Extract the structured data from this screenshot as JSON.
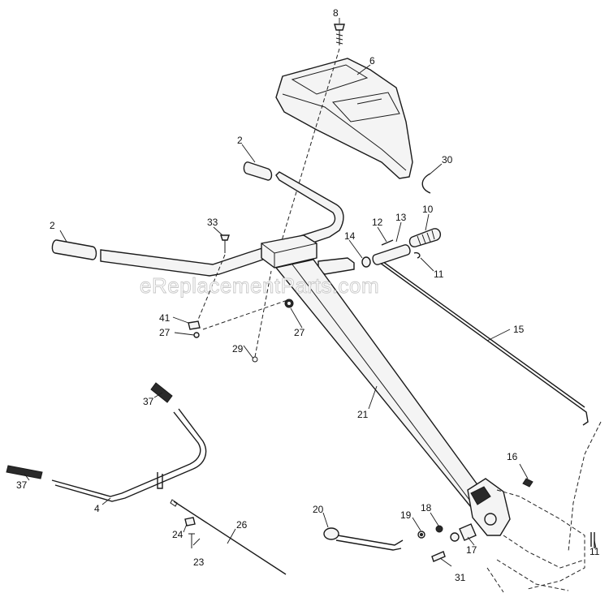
{
  "watermark": "eReplacementParts.com",
  "callouts": {
    "c8": "8",
    "c6": "6",
    "c2a": "2",
    "c30": "30",
    "c2b": "2",
    "c33": "33",
    "c12": "12",
    "c13": "13",
    "c10": "10",
    "c14": "14",
    "c11a": "11",
    "c41": "41",
    "c27a": "27",
    "c27b": "27",
    "c15": "15",
    "c29": "29",
    "c37a": "37",
    "c21": "21",
    "c16": "16",
    "c37b": "37",
    "c4": "4",
    "c20": "20",
    "c19": "19",
    "c18": "18",
    "c26": "26",
    "c24": "24",
    "c23": "23",
    "c17": "17",
    "c11b": "11",
    "c31": "31"
  }
}
